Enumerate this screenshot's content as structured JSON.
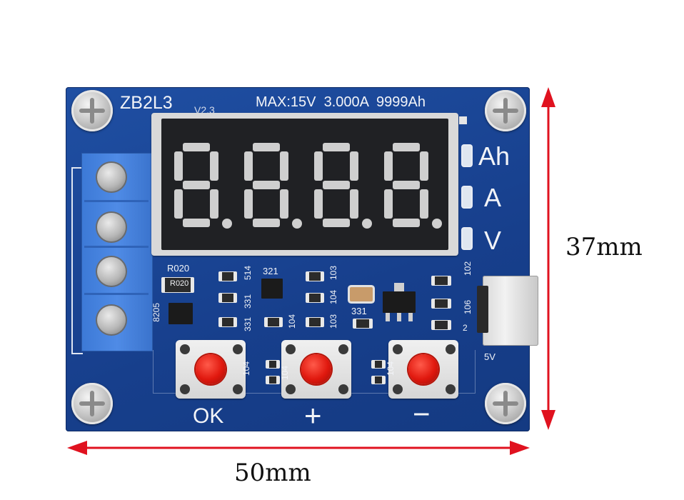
{
  "board": {
    "model": "ZB2L3",
    "version": "V2.3",
    "ratings": "MAX:15V  3.000A  9999Ah",
    "unit_ah": "Ah",
    "unit_a": "A",
    "unit_v": "V",
    "usb_voltage": "5V",
    "button_labels": {
      "ok": "OK",
      "plus": "+",
      "minus": "−"
    },
    "component_labels": {
      "r020_a": "R020",
      "r020_b": "R020",
      "r514": "514",
      "r321": "321",
      "r103_a": "103",
      "r331_a": "331",
      "r104_a": "104",
      "r331_b": "331",
      "r103_b": "103",
      "r104_b": "104",
      "r331_c": "331",
      "r102": "102",
      "r106": "106",
      "r2": "2",
      "r8205": "8205",
      "r104_btn1": "104",
      "r104_btn2": "104",
      "r104_btn3": "104"
    }
  },
  "display": {
    "digits": "8.8.8.8"
  },
  "dimensions": {
    "height": "37mm",
    "width": "50mm"
  },
  "colors": {
    "pcb": "#1c4a9c",
    "arrow": "#e0121f",
    "terminal": "#4483e0",
    "button_cap": "#e0180e"
  }
}
